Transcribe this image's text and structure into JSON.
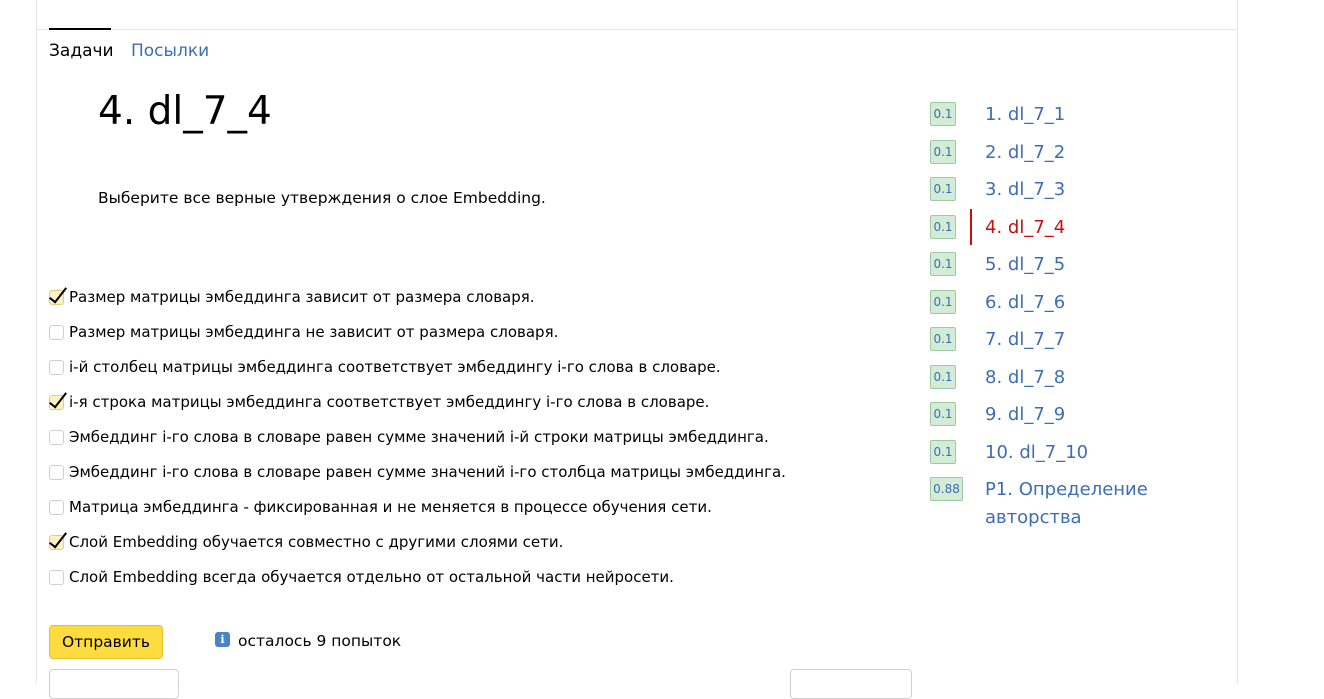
{
  "tabs": {
    "tasks_label": "Задачи",
    "submissions_label": "Посылки"
  },
  "problem": {
    "title": "4. dl_7_4",
    "statement": "Выберите все верные утверждения о слое Embedding."
  },
  "options": [
    {
      "text": "Размер матрицы эмбеддинга зависит от размера словаря.",
      "checked": true
    },
    {
      "text": "Размер матрицы эмбеддинга не зависит от размера словаря.",
      "checked": false
    },
    {
      "text": "i-й столбец матрицы эмбеддинга соответствует эмбеддингу i-го слова в словаре.",
      "checked": false
    },
    {
      "text": "i-я строка матрицы эмбеддинга соответствует эмбеддингу i-го слова в словаре.",
      "checked": true
    },
    {
      "text": "Эмбеддинг i-го слова в словаре равен сумме значений i-й строки матрицы эмбеддинга.",
      "checked": false
    },
    {
      "text": "Эмбеддинг i-го слова в словаре равен сумме значений i-го столбца матрицы эмбеддинга.",
      "checked": false
    },
    {
      "text": "Матрица эмбеддинга - фиксированная и не меняется в процессе обучения сети.",
      "checked": false
    },
    {
      "text": "Слой Embedding обучается совместно с другими слоями сети.",
      "checked": true
    },
    {
      "text": "Слой Embedding всегда обучается отдельно от остальной части нейросети.",
      "checked": false
    }
  ],
  "submit": {
    "label": "Отправить",
    "attempts_text": "осталось 9 попыток",
    "info_glyph": "i"
  },
  "problem_list": [
    {
      "score": "0.1",
      "name": "1. dl_7_1",
      "current": false
    },
    {
      "score": "0.1",
      "name": "2. dl_7_2",
      "current": false
    },
    {
      "score": "0.1",
      "name": "3. dl_7_3",
      "current": false
    },
    {
      "score": "0.1",
      "name": "4. dl_7_4",
      "current": true
    },
    {
      "score": "0.1",
      "name": "5. dl_7_5",
      "current": false
    },
    {
      "score": "0.1",
      "name": "6. dl_7_6",
      "current": false
    },
    {
      "score": "0.1",
      "name": "7. dl_7_7",
      "current": false
    },
    {
      "score": "0.1",
      "name": "8. dl_7_8",
      "current": false
    },
    {
      "score": "0.1",
      "name": "9. dl_7_9",
      "current": false
    },
    {
      "score": "0.1",
      "name": "10. dl_7_10",
      "current": false
    },
    {
      "score": "0.88",
      "name": "P1. Определение",
      "name_line2": "авторства",
      "current": false
    }
  ],
  "colors": {
    "link": "#3d6db5",
    "current": "#c40f0f",
    "score_bg": "#d3ecd6",
    "button": "#fddc3f"
  }
}
